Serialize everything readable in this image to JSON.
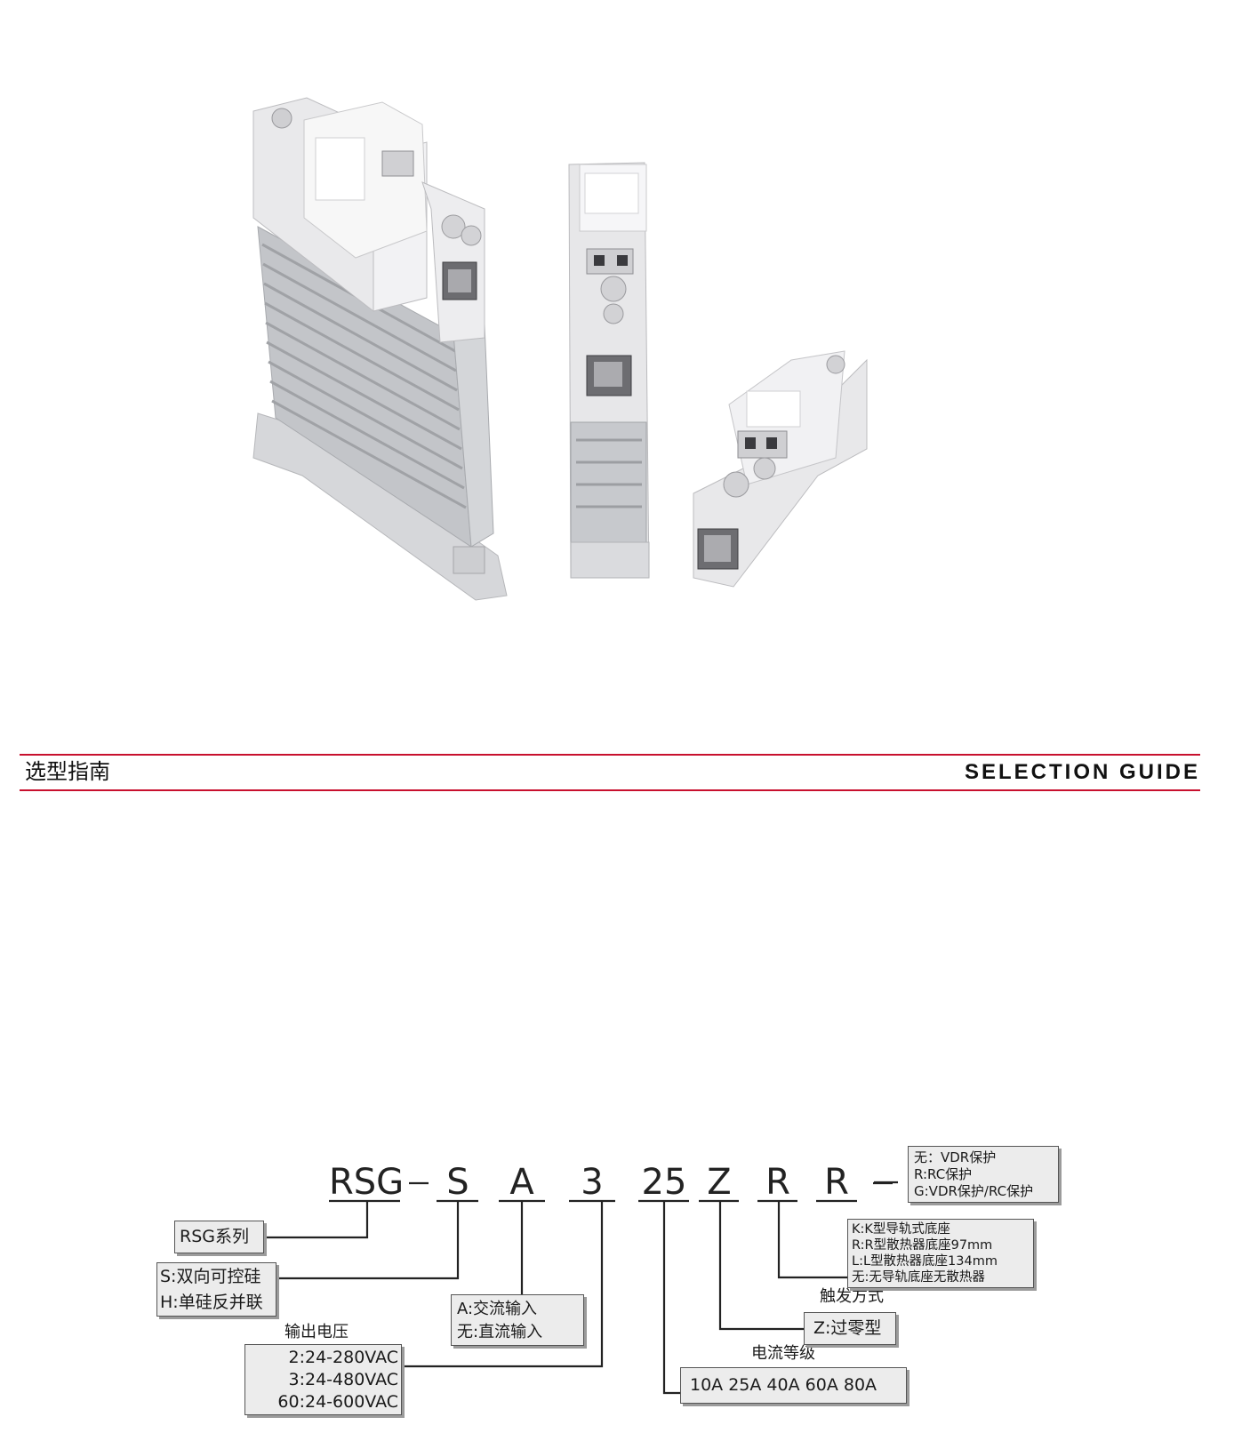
{
  "header": {
    "title_cn": "选型指南",
    "title_en": "SELECTION GUIDE"
  },
  "code": {
    "parts": [
      "RSG",
      "S",
      "A",
      "3",
      "25",
      "Z",
      "R",
      "R"
    ]
  },
  "options": {
    "series": {
      "lines": [
        "RSG系列"
      ]
    },
    "thyristor": {
      "lines": [
        "S:双向可控硅",
        "H:单硅反并联"
      ]
    },
    "input": {
      "lines": [
        "A:交流输入",
        "无:直流输入"
      ]
    },
    "voltage": {
      "caption": "输出电压",
      "lines": [
        "2:24-280VAC",
        "3:24-480VAC",
        "60:24-600VAC"
      ]
    },
    "current": {
      "caption": "电流等级",
      "lines": [
        "10A 25A 40A 60A 80A"
      ]
    },
    "trigger": {
      "caption": "触发方式",
      "lines": [
        "Z:过零型"
      ]
    },
    "base": {
      "lines": [
        "K:K型导轨式底座",
        "R:R型散热器底座97mm",
        "L:L型散热器底座134mm",
        "无:无导轨底座无散热器"
      ]
    },
    "protection": {
      "lines": [
        "无：VDR保护",
        "R:RC保护",
        "G:VDR保护/RC保护"
      ]
    }
  },
  "colors": {
    "header_rule": "#c8102e",
    "box_fill": "#ececec",
    "box_shadow": "#9b9b9b",
    "product_body": "#e8e8ea",
    "heatsink": "#c9cbcf"
  }
}
